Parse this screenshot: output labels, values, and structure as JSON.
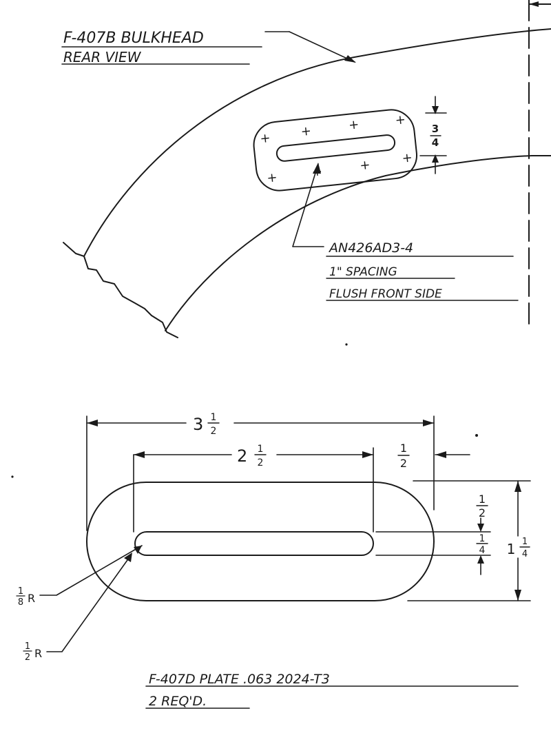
{
  "top_view": {
    "title_line1": "F-407B BULKHEAD",
    "title_line2": "REAR VIEW",
    "dim_plate_height": {
      "num": "3",
      "den": "4"
    },
    "rivet_note_line1": "AN426AD3-4",
    "rivet_note_line2": "1\" SPACING",
    "rivet_note_line3": "FLUSH FRONT SIDE"
  },
  "plate_detail": {
    "dim_overall_length": {
      "whole": "3",
      "num": "1",
      "den": "2"
    },
    "dim_slot_length": {
      "whole": "2",
      "num": "1",
      "den": "2"
    },
    "dim_edge_offset": {
      "num": "1",
      "den": "2"
    },
    "dim_upper": {
      "num": "1",
      "den": "2"
    },
    "dim_slot_width": {
      "num": "1",
      "den": "4"
    },
    "dim_overall_height": {
      "whole": "1",
      "num": "1",
      "den": "4"
    },
    "radius_small": {
      "num": "1",
      "den": "8",
      "suffix": "R"
    },
    "radius_large": {
      "num": "1",
      "den": "2",
      "suffix": "R"
    },
    "part_line1": "F-407D PLATE   .063   2024-T3",
    "part_line2": "2 REQ'D."
  }
}
